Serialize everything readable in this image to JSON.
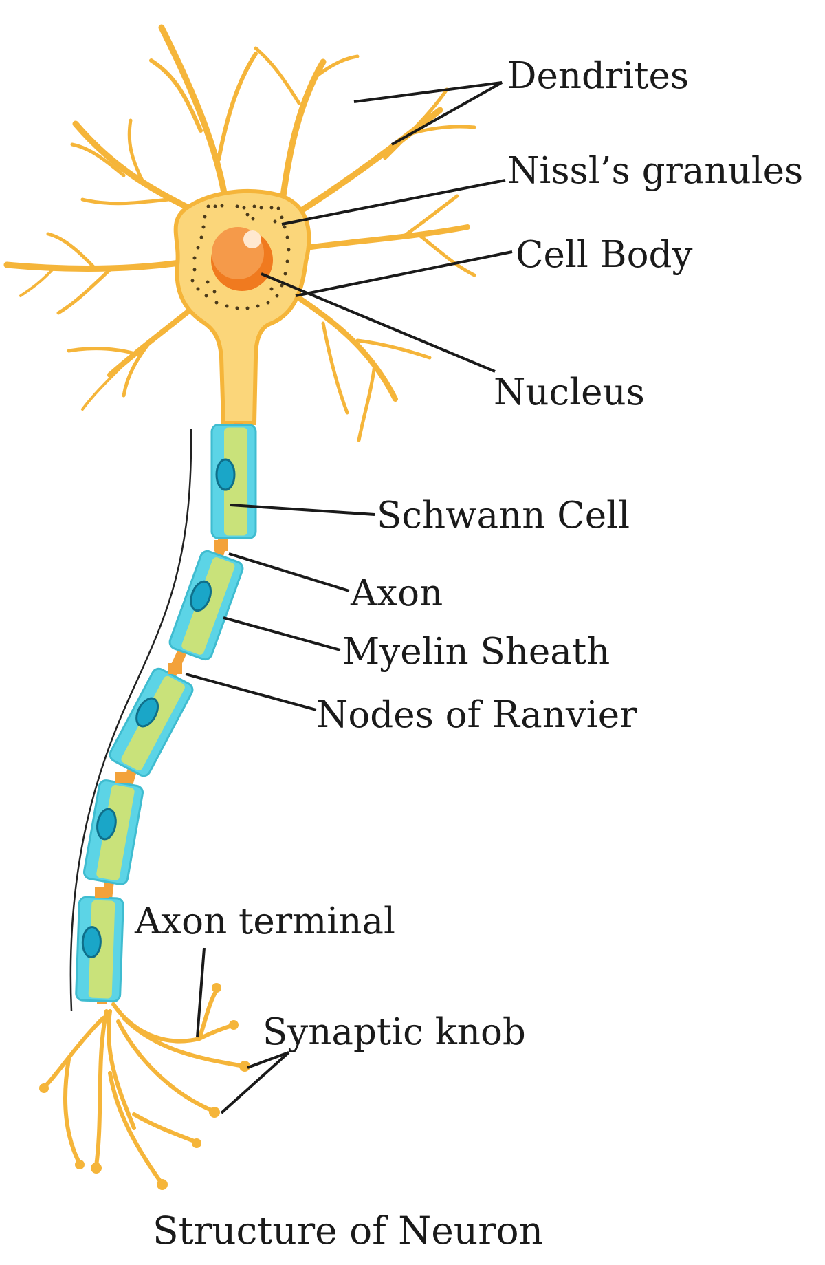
{
  "diagram": {
    "colors": {
      "dendrite": "#f5b53a",
      "dendrite_light": "#fbcf62",
      "soma": "#fbd67a",
      "nucleus": "#f07a1f",
      "myelin": "#5cd4e6",
      "schwann_inner": "#c9e27a",
      "schwann_nucleus": "#1aa6c8",
      "node": "#f3a23a",
      "leader": "#1a1a1a"
    },
    "labels": {
      "dendrites": "Dendrites",
      "nissls_granules": "Nissl’s granules",
      "cell_body": "Cell Body",
      "nucleus": "Nucleus",
      "schwann_cell": "Schwann Cell",
      "axon": "Axon",
      "myelin_sheath": "Myelin Sheath",
      "nodes_of_ranvier": "Nodes of Ranvier",
      "axon_terminal": "Axon terminal",
      "synaptic_knob": "Synaptic knob"
    },
    "caption": "Structure of Neuron"
  }
}
